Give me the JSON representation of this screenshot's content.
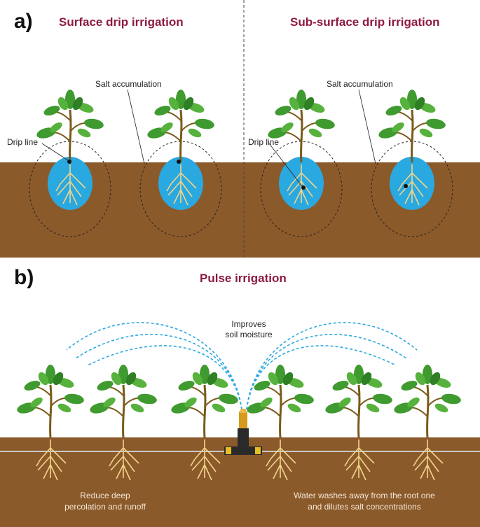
{
  "panel_a": {
    "letter": "a)",
    "left_title": "Surface drip irrigation",
    "right_title": "Sub-surface drip irrigation",
    "left_drip_label": "Drip line",
    "left_salt_label": "Salt accumulation",
    "right_drip_label": "Drip line",
    "right_salt_label": "Salt accumulation"
  },
  "panel_b": {
    "letter": "b)",
    "title": "Pulse irrigation",
    "spray_label_line1": "Improves",
    "spray_label_line2": "soil moisture",
    "caption_left_line1": "Reduce deep",
    "caption_left_line2": "percolation and runoff",
    "caption_right_line1": "Water washes away from the root one",
    "caption_right_line2": "and dilutes salt concentrations"
  },
  "colors": {
    "soil": "#8b5a2b",
    "water": "#2aa8e0",
    "leaf": "#3f9a2f",
    "title": "#8e1b3f",
    "spray": "#2aa8e0"
  }
}
